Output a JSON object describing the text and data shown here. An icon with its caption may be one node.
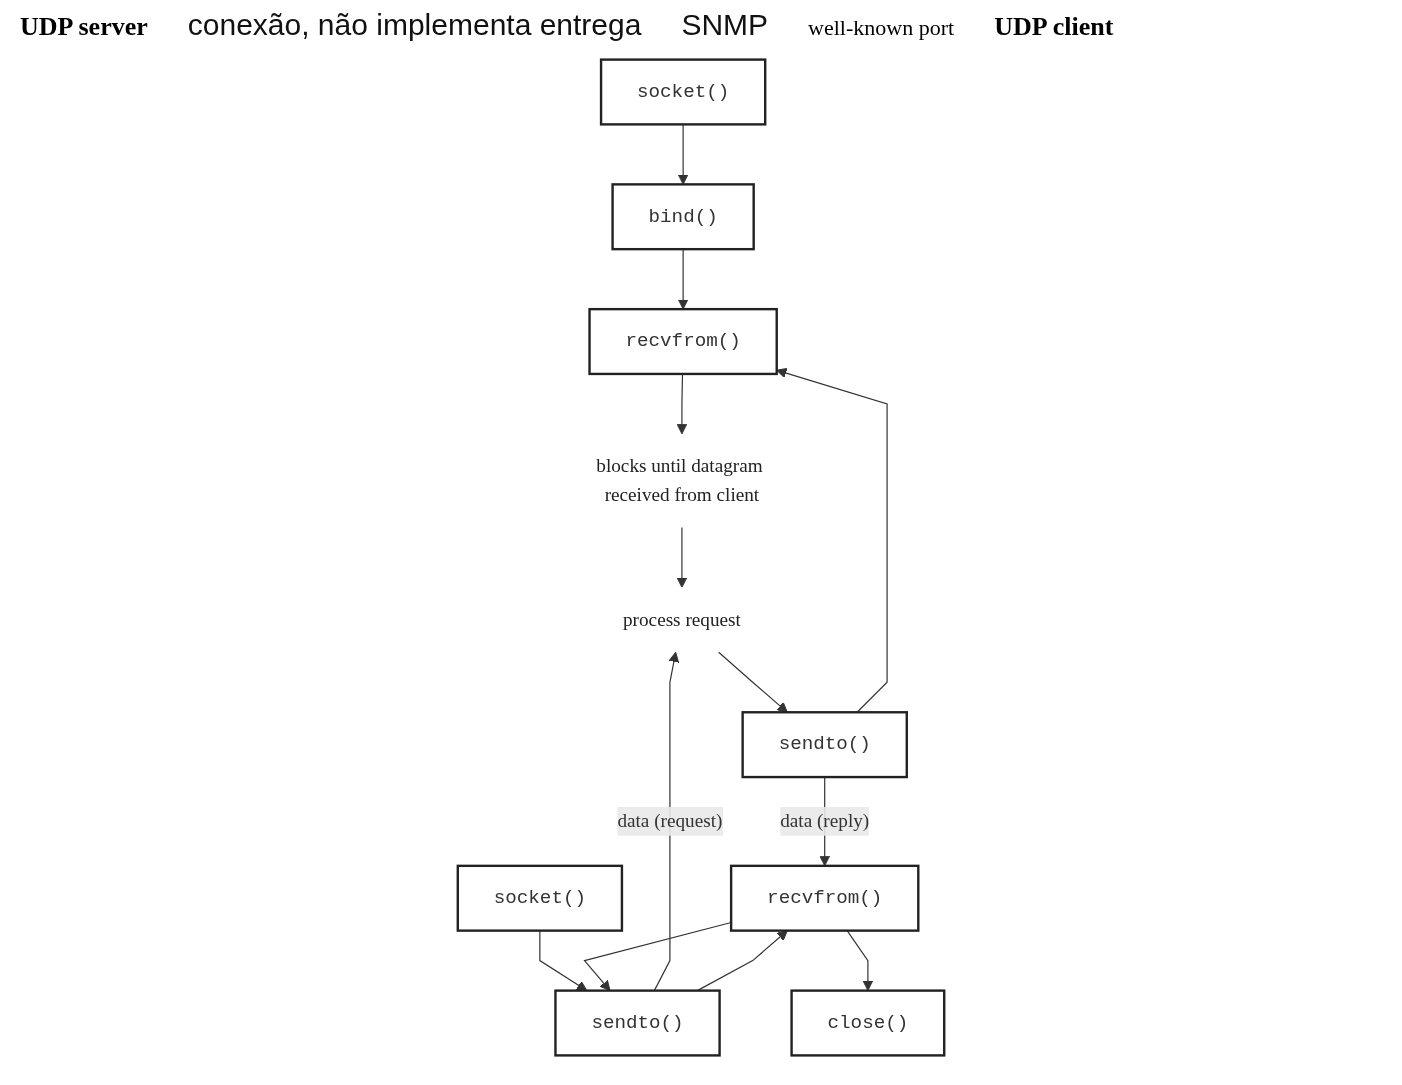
{
  "diagram": {
    "nodes": [
      {
        "text": [
          "socket()"
        ]
      },
      {
        "text": [
          "bind()"
        ]
      },
      {
        "text": [
          "recvfrom()"
        ]
      },
      {
        "text": [
          "blocks until datagram received from client"
        ]
      },
      {
        "text": [
          "process request"
        ]
      },
      {
        "text": [
          "sendto()"
        ]
      },
      {
        "text": [
          "socket()"
        ]
      },
      {
        "text": [
          "sendto()"
        ]
      },
      {
        "text": [
          "recvfrom()"
        ]
      },
      {
        "text": [
          "close()"
        ]
      }
    ],
    "edges": [
      {
        "from": 0,
        "to": 1,
        "arrow": "to"
      },
      {
        "from": 1,
        "to": 2,
        "arrow": "to"
      },
      {
        "from": 2,
        "to": 3,
        "arrow": "to"
      },
      {
        "from": 3,
        "to": 4,
        "arrow": "to"
      },
      {
        "from": 7,
        "to": 4,
        "arrow": "to",
        "label": "data (request)"
      },
      {
        "from": 4,
        "to": 5,
        "arrow": "to"
      },
      {
        "from": 5,
        "to": 2,
        "arrow": "to"
      },
      {
        "from": 6,
        "to": 7,
        "arrow": "to"
      },
      {
        "from": 7,
        "to": 8,
        "arrow": "to"
      },
      {
        "from": 5,
        "to": 8,
        "arrow": "to",
        "label": "data (reply)"
      },
      {
        "from": 8,
        "to": 7,
        "arrow": "to"
      },
      {
        "from": 8,
        "to": 9,
        "arrow": "to"
      }
    ],
    "labels": [
      "UDP server",
      "conexão, não implementa entrega",
      "SNMP",
      "well-known port",
      "UDP client"
    ]
  }
}
